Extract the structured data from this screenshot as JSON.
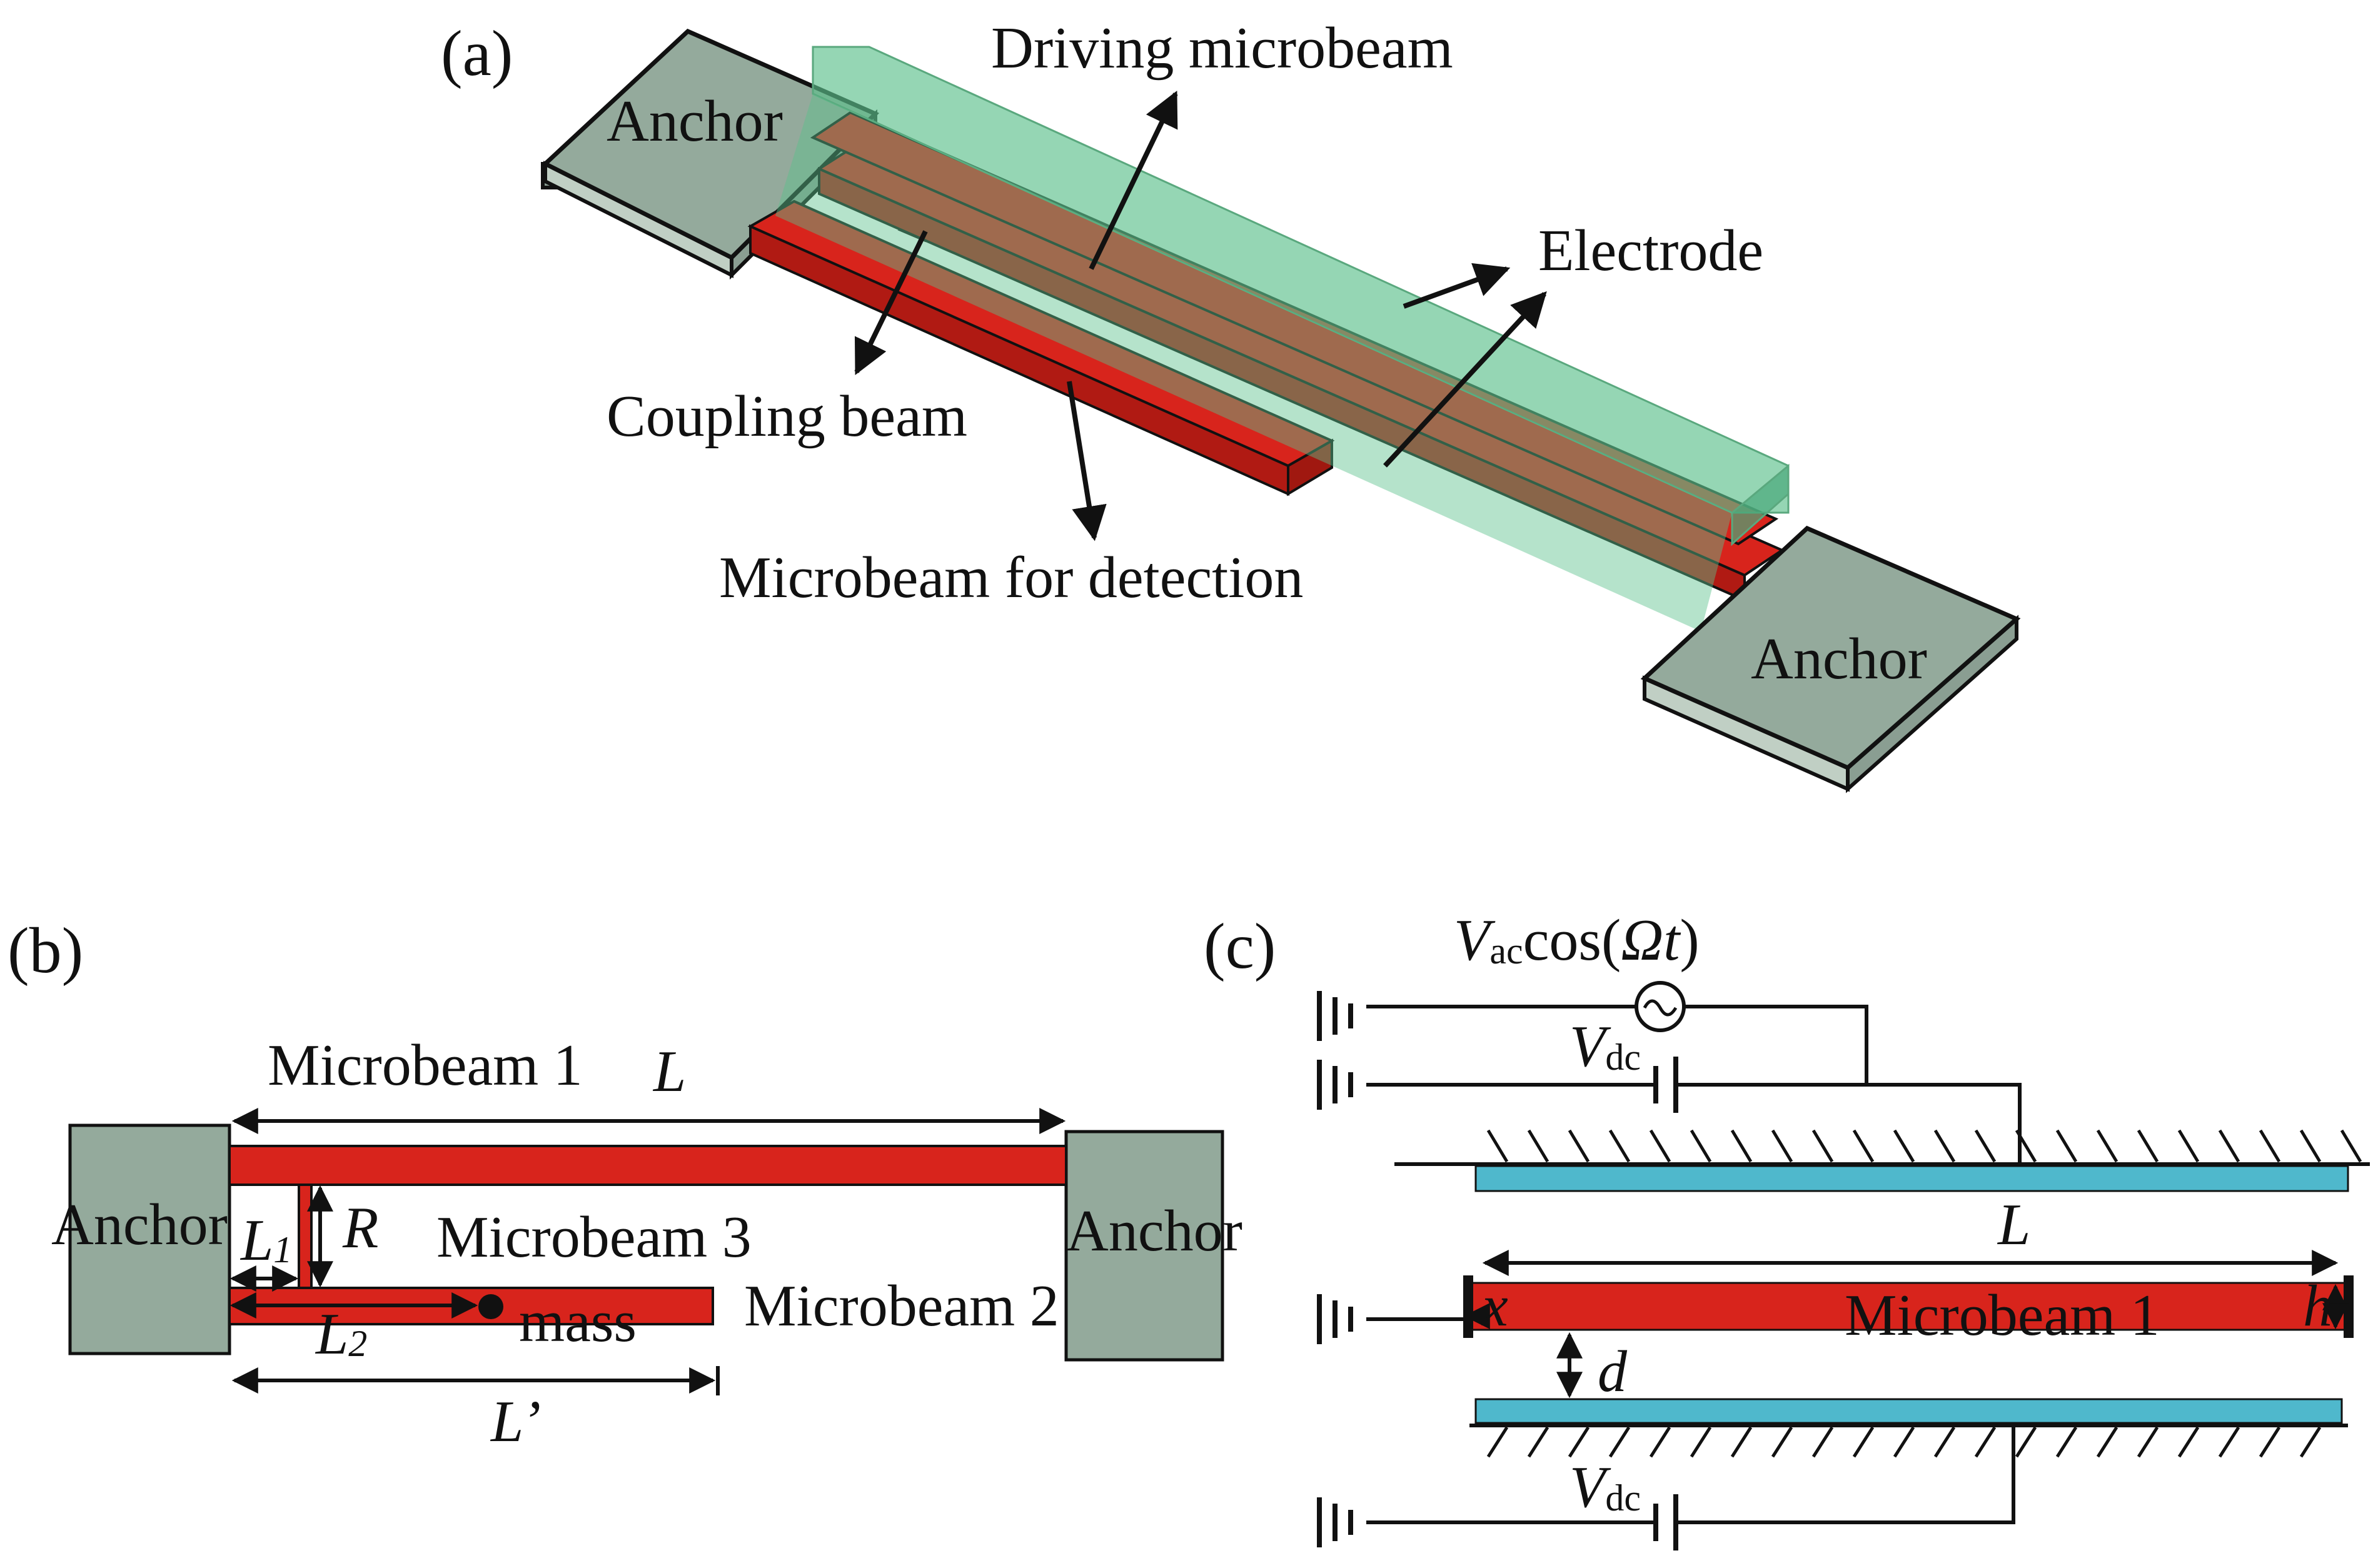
{
  "panels": {
    "a": "(a)",
    "b": "(b)",
    "c": "(c)"
  },
  "panel_a": {
    "anchor_left": "Anchor",
    "anchor_right": "Anchor",
    "driving_microbeam": "Driving microbeam",
    "electrode": "Electrode",
    "coupling_beam": "Coupling beam",
    "detection_microbeam": "Microbeam for detection"
  },
  "panel_b": {
    "anchor_left": "Anchor",
    "anchor_right": "Anchor",
    "microbeam1": "Microbeam 1",
    "microbeam2": "Microbeam 2",
    "microbeam3": "Microbeam 3",
    "mass": "mass",
    "L": "L",
    "L1": "L",
    "L1_sub": "1",
    "L2": "L",
    "L2_sub": "2",
    "R": "R",
    "Lprime": "L’"
  },
  "panel_c": {
    "vac_V": "V",
    "vac_sub": "ac",
    "vac_rest": "cos(",
    "vac_omega": "Ωt",
    "vac_close": ")",
    "vdc_top_V": "V",
    "vdc_top_sub": "dc",
    "vdc_bot_V": "V",
    "vdc_bot_sub": "dc",
    "L": "L",
    "microbeam1": "Microbeam 1",
    "x": "x",
    "h": "h",
    "d": "d"
  },
  "colors": {
    "beam_red": "#d8241c",
    "anchor_gray": "#94aa9c",
    "electrode_green": "#5cc08c",
    "electrode_blue": "#4fb8cc",
    "line": "#111111"
  }
}
